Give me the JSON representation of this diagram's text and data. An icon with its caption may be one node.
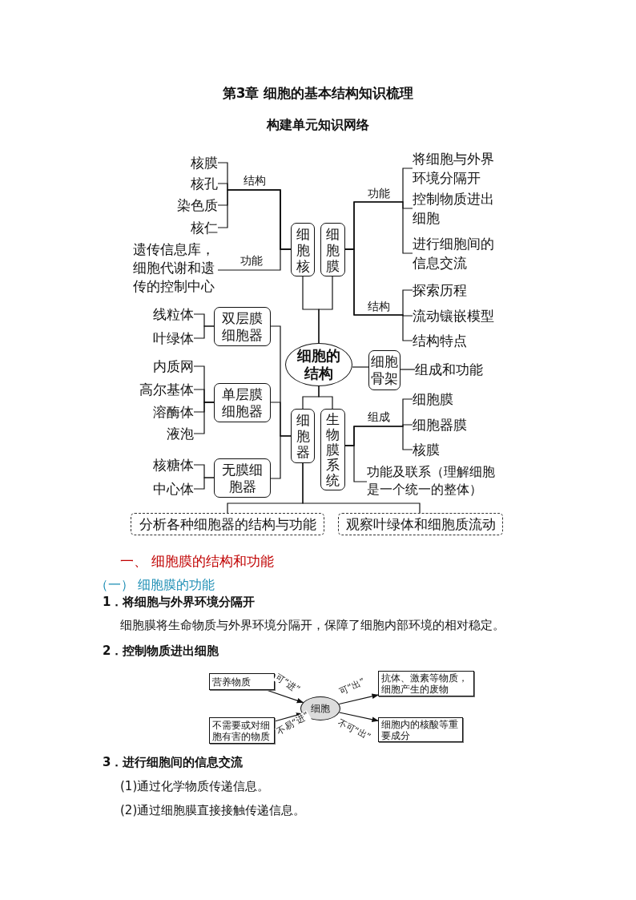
{
  "diagram": {
    "title": "第3章  细胞的基本结构知识梳理",
    "nodes": [
      {
        "text": [
          "核膜"
        ]
      },
      {
        "text": [
          "核孔"
        ]
      },
      {
        "text": [
          "染色质"
        ]
      },
      {
        "text": [
          "核仁"
        ]
      },
      {
        "text": [
          "遗传信息库，细胞代谢和遗传的控制中心"
        ]
      },
      {
        "text": [
          "细胞核"
        ]
      },
      {
        "text": [
          "细胞膜"
        ]
      },
      {
        "text": [
          "将细胞与外界环境分隔开"
        ]
      },
      {
        "text": [
          "控制物质进出细胞"
        ]
      },
      {
        "text": [
          "进行细胞间的信息交流"
        ]
      },
      {
        "text": [
          "探索历程"
        ]
      },
      {
        "text": [
          "流动镶嵌模型"
        ]
      },
      {
        "text": [
          "结构特点"
        ]
      },
      {
        "text": [
          "线粒体"
        ]
      },
      {
        "text": [
          "叶绿体"
        ]
      },
      {
        "text": [
          "双层膜细胞器"
        ]
      },
      {
        "text": [
          "细胞的结构"
        ]
      },
      {
        "text": [
          "细胞骨架"
        ]
      },
      {
        "text": [
          "组成和功能"
        ]
      },
      {
        "text": [
          "内质网"
        ]
      },
      {
        "text": [
          "高尔基体"
        ]
      },
      {
        "text": [
          "溶酶体"
        ]
      },
      {
        "text": [
          "液泡"
        ]
      },
      {
        "text": [
          "单层膜细胞器"
        ]
      },
      {
        "text": [
          "细胞器"
        ]
      },
      {
        "text": [
          "生物膜系统"
        ]
      },
      {
        "text": [
          "细胞膜"
        ]
      },
      {
        "text": [
          "细胞器膜"
        ]
      },
      {
        "text": [
          "核膜"
        ]
      },
      {
        "text": [
          "功能及联系（理解细胞是一个统一的整体）"
        ]
      },
      {
        "text": [
          "核糖体"
        ]
      },
      {
        "text": [
          "中心体"
        ]
      },
      {
        "text": [
          "无膜细胞器"
        ]
      },
      {
        "text": [
          "分析各种细胞器的结构与功能"
        ]
      },
      {
        "text": [
          "观察叶绿体和细胞质流动"
        ]
      },
      {
        "text": [
          "营养物质"
        ]
      },
      {
        "text": [
          "抗体、激素等物质，细胞产生的废物"
        ]
      },
      {
        "text": [
          "细胞"
        ]
      },
      {
        "text": [
          "不需要或对细胞有害的物质"
        ]
      },
      {
        "text": [
          "细胞内的核酸等重要成分"
        ]
      }
    ],
    "edges": [
      {
        "from": 5,
        "to": 0,
        "arrow": "none",
        "label": "结构"
      },
      {
        "from": 5,
        "to": 1,
        "arrow": "none"
      },
      {
        "from": 5,
        "to": 2,
        "arrow": "none"
      },
      {
        "from": 5,
        "to": 3,
        "arrow": "none"
      },
      {
        "from": 5,
        "to": 4,
        "arrow": "none",
        "label": "功能"
      },
      {
        "from": 6,
        "to": 7,
        "arrow": "none",
        "label": "功能"
      },
      {
        "from": 6,
        "to": 8,
        "arrow": "none"
      },
      {
        "from": 6,
        "to": 9,
        "arrow": "none"
      },
      {
        "from": 6,
        "to": 10,
        "arrow": "none",
        "label": "结构"
      },
      {
        "from": 6,
        "to": 11,
        "arrow": "none"
      },
      {
        "from": 6,
        "to": 12,
        "arrow": "none"
      },
      {
        "from": 16,
        "to": 5,
        "arrow": "none"
      },
      {
        "from": 16,
        "to": 6,
        "arrow": "none"
      },
      {
        "from": 16,
        "to": 17,
        "arrow": "none"
      },
      {
        "from": 17,
        "to": 18,
        "arrow": "none"
      },
      {
        "from": 24,
        "to": 15,
        "arrow": "none"
      },
      {
        "from": 24,
        "to": 23,
        "arrow": "none"
      },
      {
        "from": 24,
        "to": 32,
        "arrow": "none"
      },
      {
        "from": 15,
        "to": 13,
        "arrow": "none"
      },
      {
        "from": 15,
        "to": 14,
        "arrow": "none"
      },
      {
        "from": 23,
        "to": 19,
        "arrow": "none"
      },
      {
        "from": 23,
        "to": 20,
        "arrow": "none"
      },
      {
        "from": 23,
        "to": 21,
        "arrow": "none"
      },
      {
        "from": 23,
        "to": 22,
        "arrow": "none"
      },
      {
        "from": 32,
        "to": 30,
        "arrow": "none"
      },
      {
        "from": 32,
        "to": 31,
        "arrow": "none"
      },
      {
        "from": 16,
        "to": 24,
        "arrow": "none"
      },
      {
        "from": 16,
        "to": 25,
        "arrow": "none"
      },
      {
        "from": 25,
        "to": 26,
        "arrow": "none",
        "label": "组成"
      },
      {
        "from": 25,
        "to": 27,
        "arrow": "none"
      },
      {
        "from": 25,
        "to": 28,
        "arrow": "none"
      },
      {
        "from": 25,
        "to": 29,
        "arrow": "none"
      },
      {
        "from": 24,
        "to": 33,
        "arrow": "none"
      },
      {
        "from": 24,
        "to": 34,
        "arrow": "none"
      },
      {
        "from": 35,
        "to": 37,
        "arrow": "to",
        "label": "可“进”"
      },
      {
        "from": 38,
        "to": 37,
        "arrow": "to",
        "label": "不易“进”"
      },
      {
        "from": 37,
        "to": 36,
        "arrow": "to",
        "label": "可“出”"
      },
      {
        "from": 37,
        "to": 39,
        "arrow": "to",
        "label": "不可“出”"
      }
    ],
    "labels": [
      "构建单元知识网络",
      "一、  细胞膜的结构和功能",
      "（一）  细胞膜的功能",
      "1．将细胞与外界环境分隔开",
      "细胞膜将生命物质与外界环境分隔开，保障了细胞内部环境的相对稳定。",
      "2．控制物质进出细胞",
      "3．进行细胞间的信息交流",
      "(1)通过化学物质传递信息。",
      "(2)通过细胞膜直接接触传递信息。"
    ]
  }
}
